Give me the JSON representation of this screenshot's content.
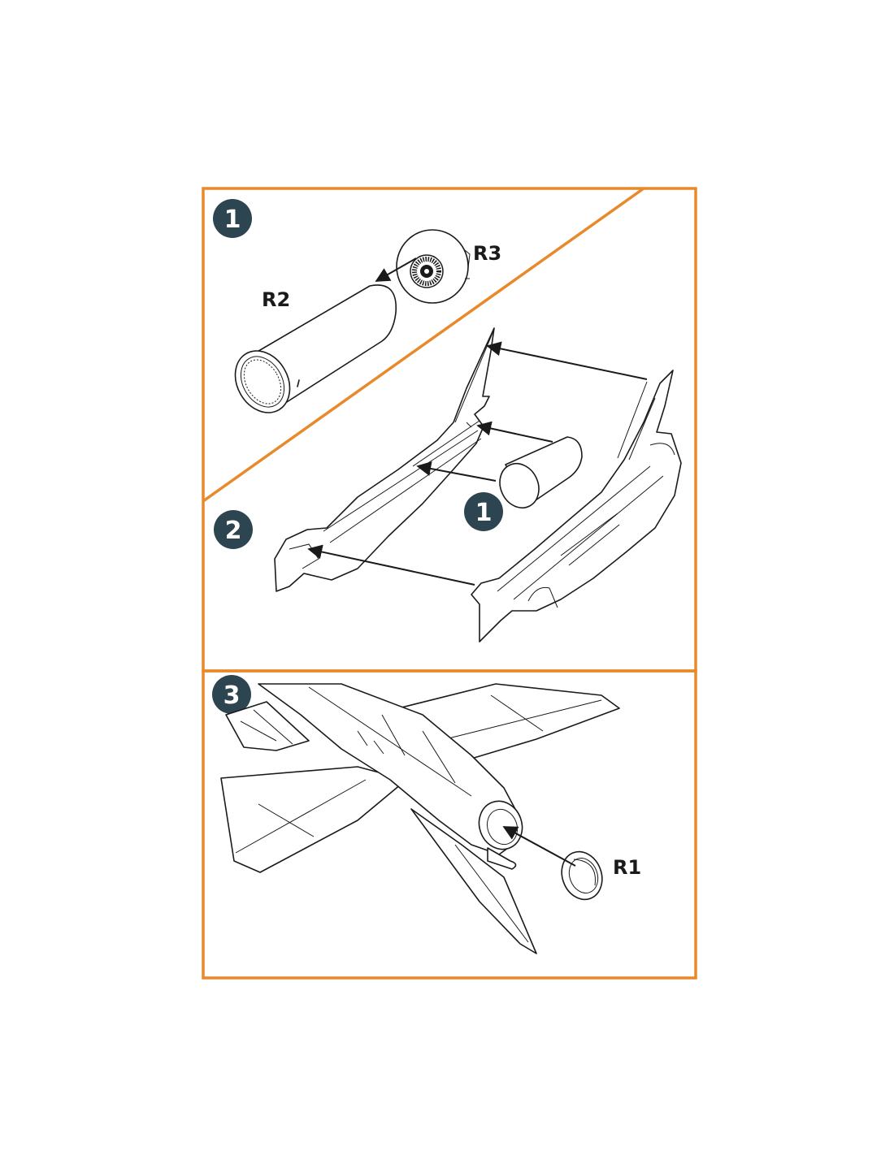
{
  "colors": {
    "frame": "#e8892b",
    "step_badge": "#2d4550",
    "ink": "#1a1a1a"
  },
  "steps": [
    {
      "number": "1"
    },
    {
      "number": "2"
    },
    {
      "number": "3"
    }
  ],
  "step2_subassembly_ref": "1",
  "parts": {
    "r1": "R1",
    "r2": "R2",
    "r3": "R3"
  },
  "icons": [
    "arrow-icon"
  ]
}
